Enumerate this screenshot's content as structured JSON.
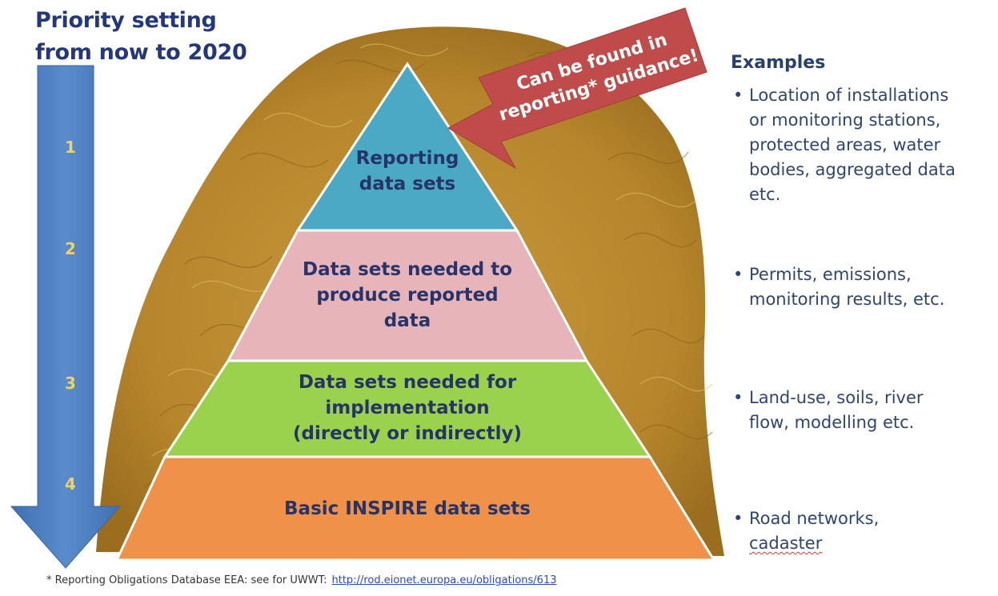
{
  "title": {
    "line1": "Priority setting",
    "line2": "from now to 2020"
  },
  "priority_numbers": [
    "1",
    "2",
    "3",
    "4"
  ],
  "pyramid": {
    "levels": [
      {
        "lines": [
          "Reporting",
          "data sets"
        ],
        "color": "#4aa9c4"
      },
      {
        "lines": [
          "Data sets needed to",
          "produce reported",
          "data"
        ],
        "color": "#e7b5b9"
      },
      {
        "lines": [
          "Data sets  needed for",
          "implementation",
          "(directly or indirectly)"
        ],
        "color": "#9ad24d"
      },
      {
        "lines": [
          "Basic INSPIRE data sets"
        ],
        "color": "#ef9148"
      }
    ]
  },
  "callout": {
    "line1": "Can be found in",
    "line2": "reporting* guidance!",
    "color": "#bf4c4a"
  },
  "examples": {
    "title": "Examples",
    "items": [
      {
        "lines": [
          "Location of installations",
          "or monitoring stations,",
          "protected areas, water",
          "bodies, aggregated data",
          "etc."
        ]
      },
      {
        "lines": [
          "Permits, emissions,",
          "monitoring results, etc."
        ]
      },
      {
        "lines": [
          "Land-use, soils, river",
          "flow, modelling etc."
        ]
      },
      {
        "lines": [
          "Road networks,",
          "cadaster"
        ]
      }
    ]
  },
  "footnote": {
    "text": "* Reporting Obligations Database EEA: see for UWWT:",
    "link": "http://rod.eionet.europa.eu/obligations/613"
  },
  "colors": {
    "arrow": "#4a7ec0",
    "title_text": "#24377a",
    "numbers": "#f2d15c",
    "straw": "#b58a2f"
  }
}
